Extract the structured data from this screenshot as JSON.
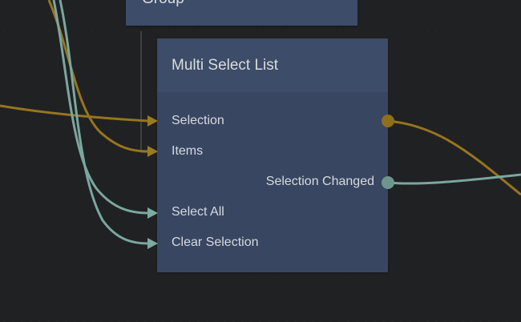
{
  "colors": {
    "background": "#202122",
    "node_header": "#3d4c68",
    "node_body": "#384662",
    "title_text": "#d9dcde",
    "label_text": "#d6dadd",
    "wire_gold": "#97751f",
    "port_gold": "#9c7a22",
    "dot_gold": "#8d6f1f",
    "wire_teal": "#7aa79f",
    "port_teal": "#7cab9f",
    "dot_teal": "#6d968f",
    "frame_line": "#4a4c4e"
  },
  "nodes": {
    "group": {
      "title": "Group"
    },
    "multi_select": {
      "title": "Multi Select List",
      "ports": [
        {
          "label": "Selection",
          "direction": "input",
          "color": "gold"
        },
        {
          "label": "Items",
          "direction": "input",
          "color": "gold"
        },
        {
          "label": "Selection Changed",
          "direction": "output",
          "color": "teal"
        },
        {
          "label": "Select All",
          "direction": "input",
          "color": "teal"
        },
        {
          "label": "Clear Selection",
          "direction": "input",
          "color": "teal"
        }
      ]
    }
  }
}
